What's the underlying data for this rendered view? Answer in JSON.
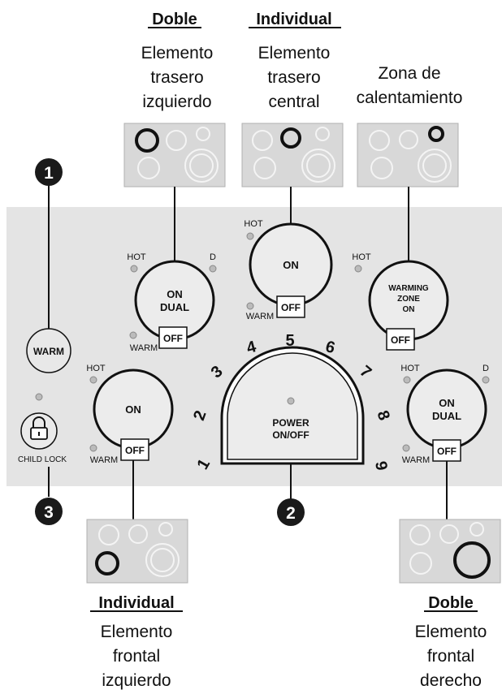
{
  "labels": {
    "rear_left": {
      "heading": "Doble",
      "lines": [
        "Elemento",
        "trasero",
        "izquierdo"
      ]
    },
    "rear_center": {
      "heading": "Individual",
      "lines": [
        "Elemento",
        "trasero",
        "central"
      ]
    },
    "warming": {
      "lines": [
        "Zona de",
        "calentamiento"
      ]
    },
    "front_left": {
      "heading": "Individual",
      "lines": [
        "Elemento",
        "frontal",
        "izquierdo"
      ]
    },
    "front_right": {
      "heading": "Doble",
      "lines": [
        "Elemento",
        "frontal",
        "derecho"
      ]
    }
  },
  "callouts": [
    "1",
    "2",
    "3"
  ],
  "panel": {
    "hot": "HOT",
    "warm": "WARM",
    "dual_indicator": "D",
    "on": "ON",
    "dual": "DUAL",
    "off": "OFF",
    "warming_zone": [
      "WARMING",
      "ZONE",
      "ON"
    ],
    "warm_button": "WARM",
    "child_lock": "CHILD LOCK",
    "power": [
      "POWER",
      "ON/OFF"
    ],
    "dial_numbers": [
      "1",
      "2",
      "3",
      "4",
      "5",
      "6",
      "7",
      "8",
      "9"
    ]
  },
  "colors": {
    "panel": "#e4e4e4",
    "cooktop": "#d8d8d8",
    "ink": "#111111",
    "callout": "#1a1a1a"
  }
}
